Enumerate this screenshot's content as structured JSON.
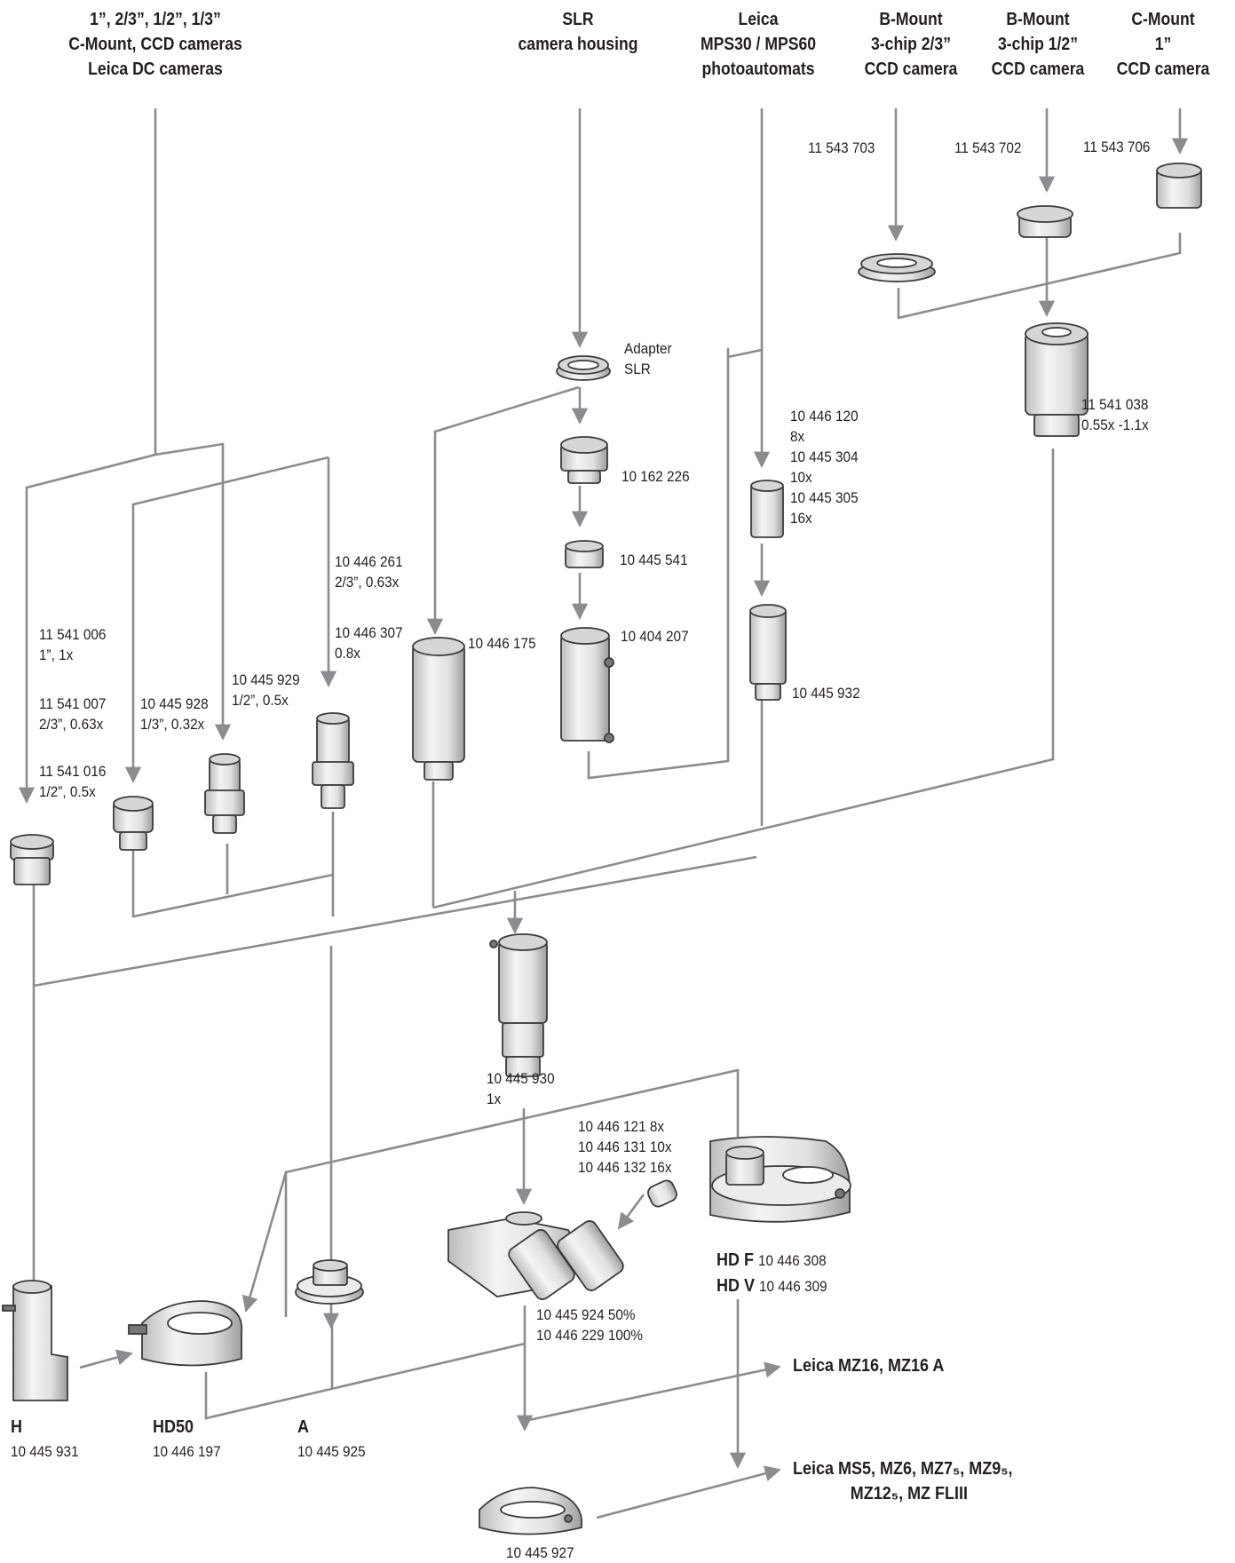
{
  "headers": {
    "cmount_ccd": [
      "1”, 2/3”, 1/2”, 1/3”",
      "C-Mount, CCD cameras",
      "Leica DC cameras"
    ],
    "slr": [
      "SLR",
      "camera housing"
    ],
    "mps": [
      "Leica",
      "MPS30 / MPS60",
      "photoautomats"
    ],
    "bmount_23": [
      "B-Mount",
      "3-chip 2/3”",
      "CCD camera"
    ],
    "bmount_12": [
      "B-Mount",
      "3-chip 1/2”",
      "CCD camera"
    ],
    "cmount_1": [
      "C-Mount",
      "1”",
      "CCD camera"
    ]
  },
  "labels": {
    "p_11543703": "11 543 703",
    "p_11543702": "11 543 702",
    "p_11543706": "11 543 706",
    "adapter_slr": [
      "Adapter",
      "SLR"
    ],
    "p_10162226": "10 162 226",
    "p_10445541": "10 445 541",
    "p_10404207": "10 404 207",
    "p_10446175": "10 446 175",
    "p_10445932": "10 445 932",
    "mps_eyepieces": [
      "10 446 120",
      "8x",
      "10 445 304",
      "10x",
      "10 445 305",
      "16x"
    ],
    "p_11541038": [
      "11 541 038",
      "0.55x -1.1x"
    ],
    "p_10446261": [
      "10 446 261",
      "2/3”, 0.63x"
    ],
    "p_10446307": [
      "10 446 307",
      "0.8x"
    ],
    "p_11541006": [
      "11 541 006",
      "1”, 1x"
    ],
    "p_11541007": [
      "11 541 007",
      "2/3”, 0.63x"
    ],
    "p_10445928": [
      "10 445 928",
      "1/3”, 0.32x"
    ],
    "p_10445929": [
      "10 445 929",
      "1/2”, 0.5x"
    ],
    "p_11541016": [
      "11 541 016",
      "1/2”, 0.5x"
    ],
    "p_10445930": [
      "10 445 930",
      "1x"
    ],
    "eyepieces": [
      "10 446 121  8x",
      "10 446 131  10x",
      "10 446 132  16x"
    ],
    "hdf": {
      "code": "HD F",
      "num": "10 446 308"
    },
    "hdv": {
      "code": "HD V",
      "num": "10 446 309"
    },
    "trinocular": [
      "10 445 924  50%",
      "10 446 229  100%"
    ],
    "mz16": "Leica  MZ16, MZ16 A",
    "ms5": [
      "Leica  MS5, MZ6, MZ7₅, MZ9₅,",
      "MZ12₅, MZ FLIII"
    ],
    "h": {
      "code": "H",
      "num": "10 445 931"
    },
    "hd50": {
      "code": "HD50",
      "num": "10 446 197"
    },
    "a": {
      "code": "A",
      "num": "10 445 925"
    },
    "p_10445927": "10 445 927"
  },
  "colors": {
    "line": "#8a8c8e",
    "text": "#231f20",
    "part_fill": "#e6e6e6",
    "part_stroke": "#3b3b3b"
  }
}
